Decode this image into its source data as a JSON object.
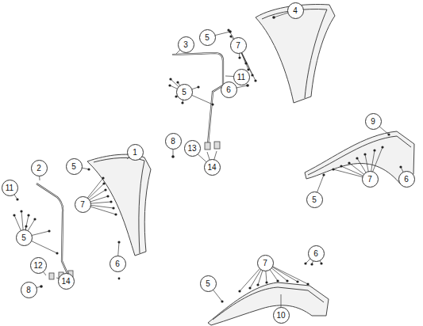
{
  "diagram": {
    "labels": [
      "4",
      "5",
      "7",
      "3",
      "11",
      "6",
      "5",
      "8",
      "13",
      "9",
      "14",
      "1",
      "2",
      "5",
      "11",
      "7",
      "7",
      "6",
      "5",
      "5",
      "6",
      "12",
      "6",
      "14",
      "7",
      "8",
      "5",
      "10"
    ]
  }
}
